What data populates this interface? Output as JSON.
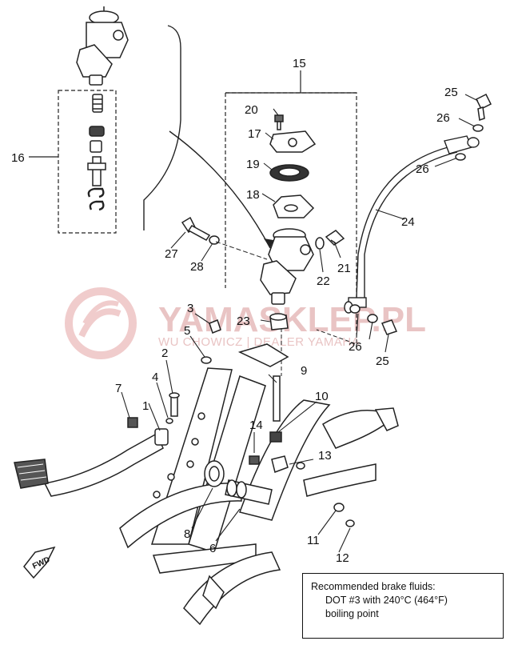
{
  "watermark": {
    "brand": "YAMASKLEP.PL",
    "tagline": "WU CHOWICZ | DEALER YAMAHA"
  },
  "callouts": {
    "c1": "1",
    "c2": "2",
    "c3": "3",
    "c4": "4",
    "c5": "5",
    "c6": "6",
    "c7": "7",
    "c8": "8",
    "c9": "9",
    "c10": "10",
    "c11": "11",
    "c12": "12",
    "c13": "13",
    "c14": "14",
    "c15": "15",
    "c16": "16",
    "c17": "17",
    "c18": "18",
    "c19": "19",
    "c20": "20",
    "c21": "21",
    "c22": "22",
    "c23": "23",
    "c24": "24",
    "c25a": "25",
    "c25b": "25",
    "c26a": "26",
    "c26b": "26",
    "c26c": "26",
    "c27": "27",
    "c28": "28"
  },
  "fwd_label": "FWD",
  "note": {
    "line1": "Recommended brake fluids:",
    "line2": "DOT #3 with 240°C (464°F)",
    "line3": "boiling point"
  }
}
